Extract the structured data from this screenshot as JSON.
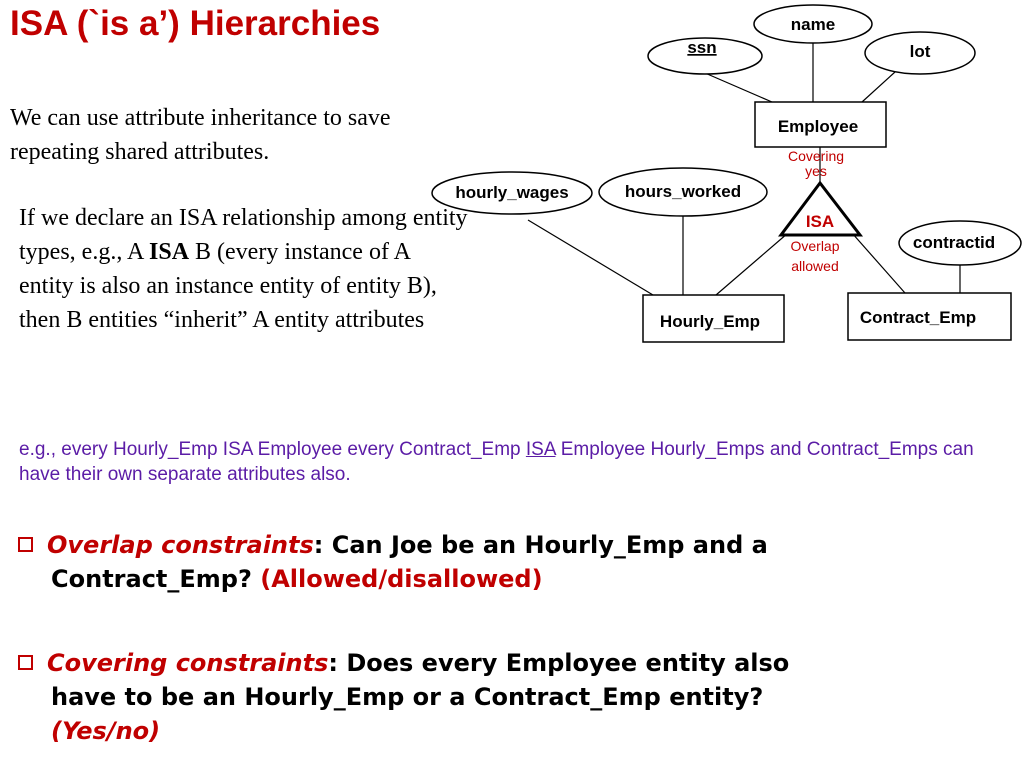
{
  "title": "ISA (`is a’) Hierarchies",
  "para1": "We can use attribute inheritance to save repeating shared attributes.",
  "para2": {
    "before": "If we declare an ISA relationship among entity types, e.g., A ",
    "bold": "ISA",
    "after": " B (every instance of A entity  is also an instance entity of entity B), then B entities “inherit” A entity attributes"
  },
  "example": {
    "part1": "e.g., every Hourly_Emp ISA Employee every Contract_Emp ",
    "isa": "ISA",
    "part2": " Employee Hourly_Emps and Contract_Emps can have their own separate attributes also."
  },
  "bullets": [
    {
      "term": "Overlap constraints",
      "colon": ":",
      "line1": "  Can Joe be an Hourly_Emp and a",
      "line2": "Contract_Emp? ",
      "answer": "(Allowed/disallowed)"
    },
    {
      "term": "Covering constraints",
      "colon": ":",
      "line1": "  Does every Employee entity also",
      "line2": "have to be an Hourly_Emp or a Contract_Emp entity?",
      "answer": "(Yes/no)"
    }
  ],
  "diagram": {
    "attr_name": "name",
    "attr_ssn": "ssn",
    "attr_lot": "lot",
    "entity_employee": "Employee",
    "covering_label": "Covering",
    "covering_value": "yes",
    "isa_label": "ISA",
    "overlap_label": "Overlap",
    "overlap_value": "allowed",
    "attr_hourly_wages": "hourly_wages",
    "attr_hours_worked": "hours_worked",
    "attr_contractid": "contractid",
    "entity_hourly_emp": "Hourly_Emp",
    "entity_contract_emp": "Contract_Emp"
  },
  "colors": {
    "title_red": "#c00000",
    "example_purple": "#5b1ca6",
    "text": "#000000",
    "background": "#ffffff"
  }
}
